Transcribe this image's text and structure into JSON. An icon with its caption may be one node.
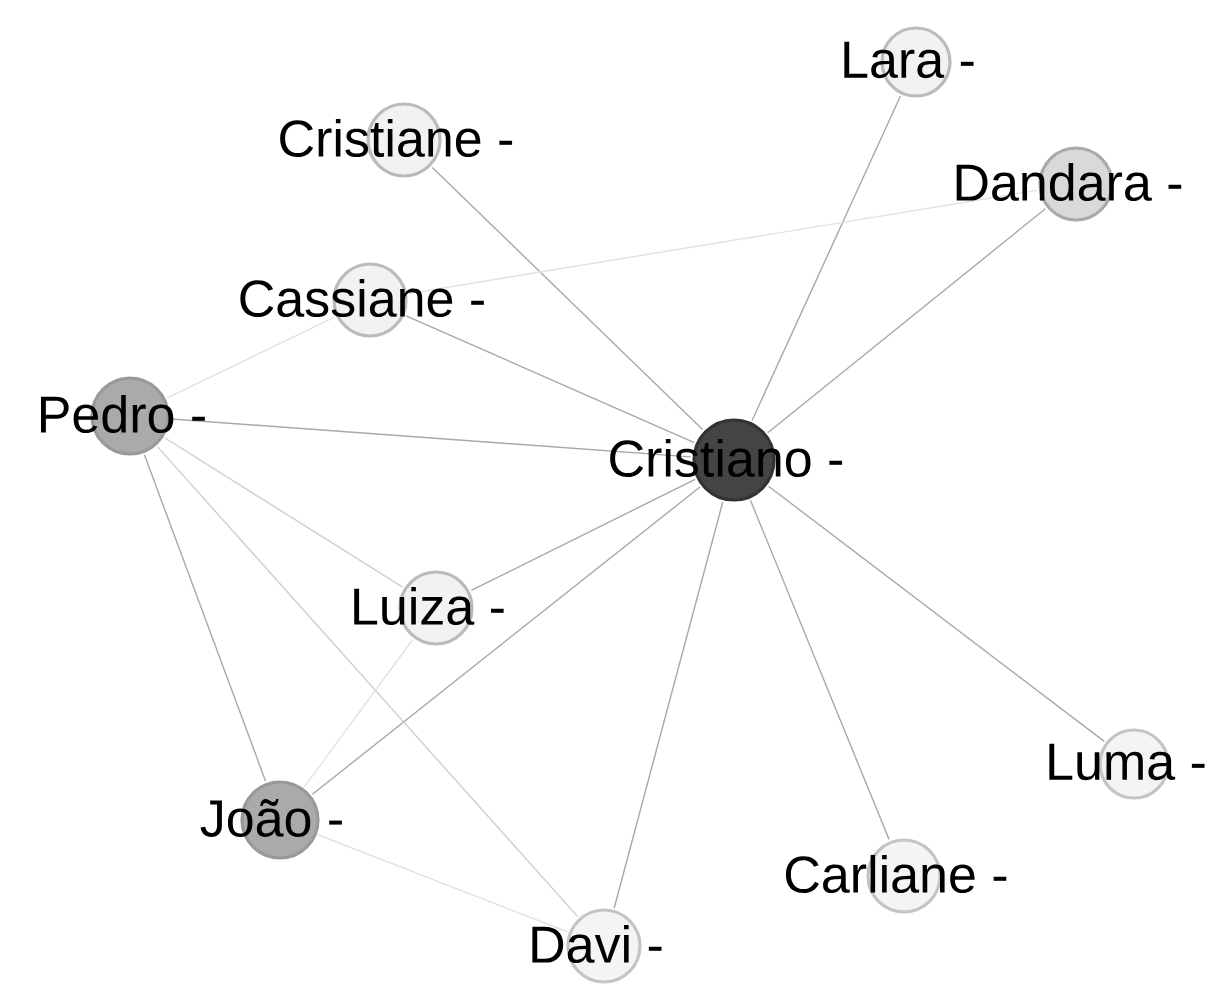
{
  "diagram": {
    "nodes": [
      {
        "text": [
          "Lara -"
        ]
      },
      {
        "text": [
          "Cristiane -"
        ]
      },
      {
        "text": [
          "Dandara -"
        ]
      },
      {
        "text": [
          "Cassiane -"
        ]
      },
      {
        "text": [
          "Pedro -"
        ]
      },
      {
        "text": [
          "Cristiano -"
        ]
      },
      {
        "text": [
          "Luiza -"
        ]
      },
      {
        "text": [
          "Luma -"
        ]
      },
      {
        "text": [
          "João -"
        ]
      },
      {
        "text": [
          "Carliane -"
        ]
      },
      {
        "text": [
          "Davi -"
        ]
      }
    ],
    "edges": [
      {
        "from": 5,
        "to": 0,
        "arrow": "none"
      },
      {
        "from": 5,
        "to": 1,
        "arrow": "none"
      },
      {
        "from": 5,
        "to": 2,
        "arrow": "none"
      },
      {
        "from": 5,
        "to": 3,
        "arrow": "none"
      },
      {
        "from": 5,
        "to": 4,
        "arrow": "none"
      },
      {
        "from": 5,
        "to": 6,
        "arrow": "none"
      },
      {
        "from": 5,
        "to": 8,
        "arrow": "none"
      },
      {
        "from": 5,
        "to": 10,
        "arrow": "none"
      },
      {
        "from": 5,
        "to": 7,
        "arrow": "none"
      },
      {
        "from": 5,
        "to": 9,
        "arrow": "none"
      },
      {
        "from": 3,
        "to": 2,
        "arrow": "none",
        "color": "#e2e2e2"
      },
      {
        "from": 4,
        "to": 3,
        "arrow": "none",
        "color": "#e2e2e2"
      },
      {
        "from": 4,
        "to": 6,
        "arrow": "none",
        "color": "#cfcfcf"
      },
      {
        "from": 4,
        "to": 8,
        "arrow": "none"
      },
      {
        "from": 4,
        "to": 10,
        "arrow": "none",
        "color": "#cfcfcf"
      },
      {
        "from": 6,
        "to": 8,
        "arrow": "none",
        "color": "#e2e2e2"
      },
      {
        "from": 8,
        "to": 10,
        "arrow": "none",
        "color": "#e2e2e2"
      }
    ]
  }
}
